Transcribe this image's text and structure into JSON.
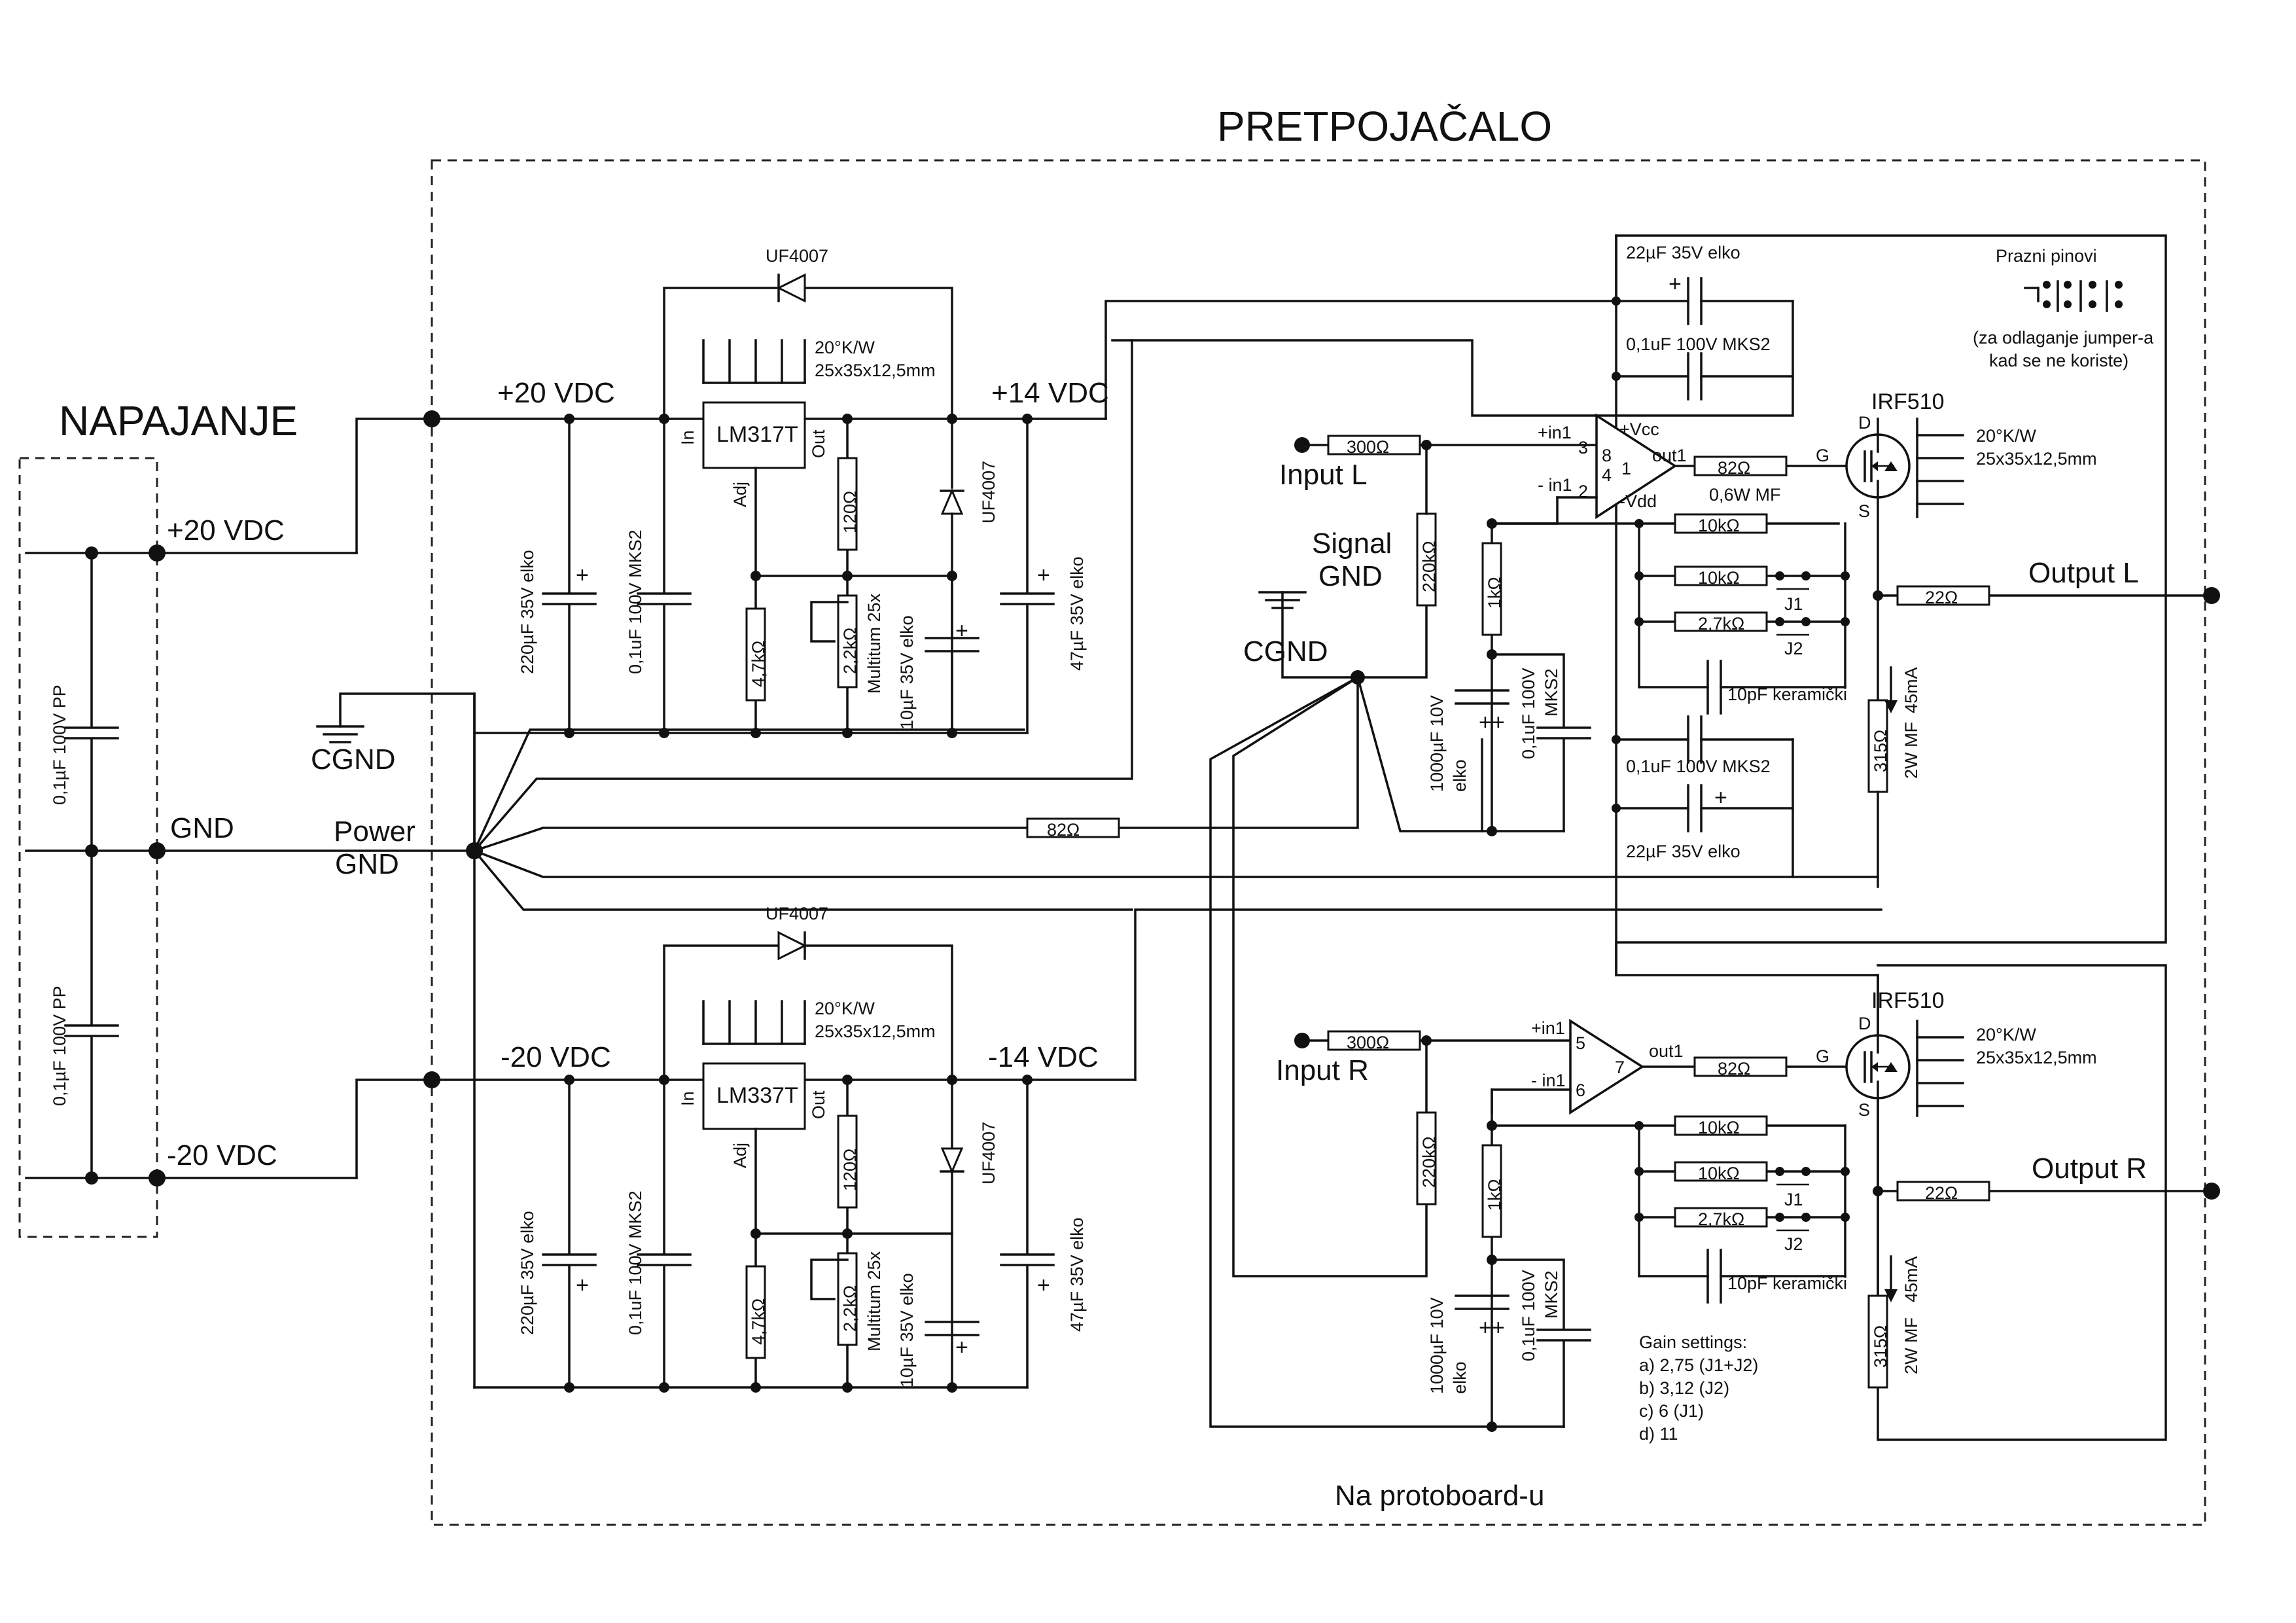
{
  "title": "PRETPOJAČALO",
  "supply_title": "NAPAJANJE",
  "footer": "Na protoboard-u",
  "rails": {
    "in_pos": "+20 VDC",
    "in_neg": "-20 VDC",
    "gnd": "GND",
    "pos": "+20 VDC",
    "neg": "-20 VDC",
    "pos_out": "+14 VDC",
    "neg_out": "-14 VDC",
    "power_gnd_1": "Power",
    "power_gnd_2": "GND",
    "signal_gnd_1": "Signal",
    "signal_gnd_2": "GND",
    "cgnd": "CGND"
  },
  "supply": {
    "cap_pp_top": "0,1µF 100V PP",
    "cap_pp_bot": "0,1µF 100V PP"
  },
  "reg_pos": {
    "ic": "LM317T",
    "pin_in": "In",
    "pin_out": "Out",
    "pin_adj": "Adj",
    "diode_top": "UF4007",
    "diode_side": "UF4007",
    "heatsink_1": "20°K/W",
    "heatsink_2": "25x35x12,5mm",
    "c_in": "220µF 35V elko",
    "c_in2": "0,1uF 100V MKS2",
    "r_adj": "4,7kΩ",
    "r_pot": "2,2kΩ",
    "pot_note": "Multitum 25x",
    "r_set": "120Ω",
    "c_adj": "10µF 35V elko",
    "c_out": "47µF 35V elko"
  },
  "reg_neg": {
    "ic": "LM337T",
    "pin_in": "In",
    "pin_out": "Out",
    "pin_adj": "Adj",
    "diode_top": "UF4007",
    "diode_side": "UF4007",
    "heatsink_1": "20°K/W",
    "heatsink_2": "25x35x12,5mm",
    "c_in": "220µF 35V elko",
    "c_in2": "0,1uF 100V MKS2",
    "r_adj": "4,7kΩ",
    "r_pot": "2,2kΩ",
    "pot_note": "Multitum 25x",
    "r_set": "120Ω",
    "c_adj": "10µF 35V elko",
    "c_out": "47µF 35V elko"
  },
  "chan_l": {
    "input": "Input L",
    "output": "Output L",
    "r_in": "300Ω",
    "r_bias": "220kΩ",
    "r_g": "1kΩ",
    "c_g1": "1000µF 10V",
    "c_g1b": "elko",
    "c_g2": "0,1uF 100V",
    "c_g2b": "MKS2",
    "pin_inp": "+in1",
    "pin_inn": "- in1",
    "pin_out": "out1",
    "pin_vcc": "+Vcc",
    "pin_vdd": "-Vdd",
    "pin_3": "3",
    "pin_2": "2",
    "pin_1": "1",
    "pin_8": "8",
    "pin_4": "4",
    "r_gate": "82Ω",
    "r_gate_note": "0,6W MF",
    "mosfet": "IRF510",
    "g": "G",
    "d": "D",
    "s": "S",
    "hs_1": "20°K/W",
    "hs_2": "25x35x12,5mm",
    "r_fb": "10kΩ",
    "r_j1": "10kΩ",
    "r_j2": "2,7kΩ",
    "j1": "J1",
    "j2": "J2",
    "c_fb": "10pF keramički",
    "r_out": "22Ω",
    "r_load": "315Ω",
    "r_load_note": "2W MF",
    "current": "45mA",
    "dec_top_e": "22µF 35V elko",
    "dec_top_c": "0,1uF 100V MKS2",
    "dec_bot_c": "0,1uF 100V MKS2",
    "dec_bot_e": "22µF 35V elko"
  },
  "chan_r": {
    "input": "Input R",
    "output": "Output R",
    "r_in": "300Ω",
    "r_bias": "220kΩ",
    "r_g": "1kΩ",
    "c_g1": "1000µF 10V",
    "c_g1b": "elko",
    "c_g2": "0,1uF 100V",
    "c_g2b": "MKS2",
    "pin_inp": "+in1",
    "pin_inn": "- in1",
    "pin_out": "out1",
    "pin_5": "5",
    "pin_6": "6",
    "pin_7": "7",
    "r_gate": "82Ω",
    "mosfet": "IRF510",
    "g": "G",
    "d": "D",
    "s": "S",
    "hs_1": "20°K/W",
    "hs_2": "25x35x12,5mm",
    "r_fb": "10kΩ",
    "r_j1": "10kΩ",
    "r_j2": "2,7kΩ",
    "j1": "J1",
    "j2": "J2",
    "c_fb": "10pF keramički",
    "r_out": "22Ω",
    "r_load": "315Ω",
    "r_load_note": "2W MF",
    "current": "45mA"
  },
  "common_r_gnd": "82Ω",
  "empty_pins": {
    "title": "Prazni pinovi",
    "note_1": "(za odlaganje jumper-a",
    "note_2": "kad se ne koriste)"
  },
  "gain": {
    "title": "Gain settings:",
    "a": "a) 2,75   (J1+J2)",
    "b": "b) 3,12  (J2)",
    "c": "c) 6  (J1)",
    "d": "d) 11"
  }
}
